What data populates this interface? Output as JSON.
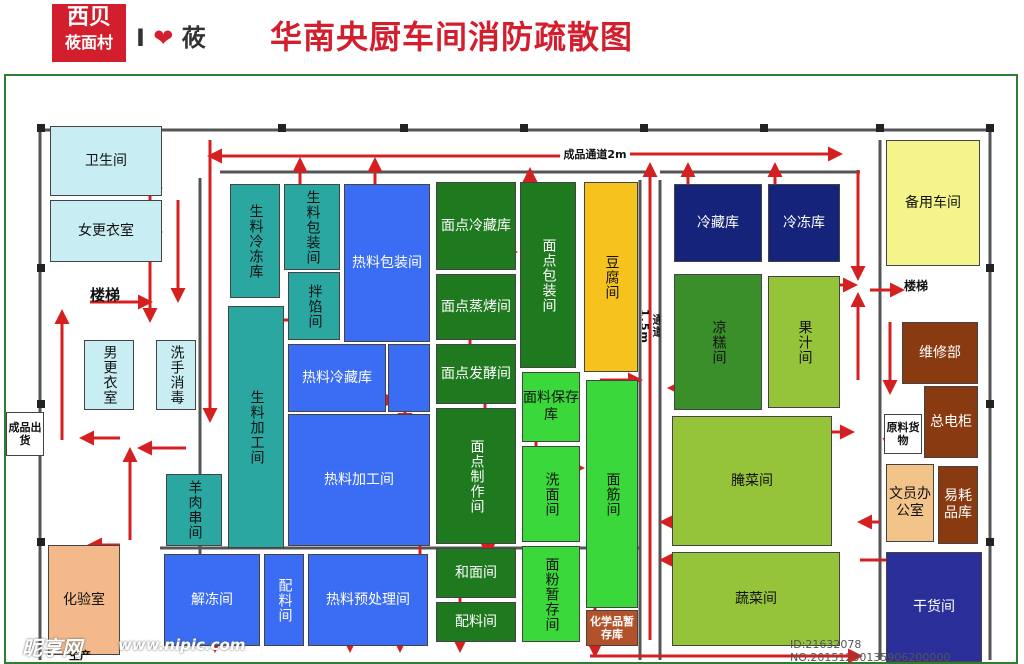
{
  "header": {
    "logo_line1": "西贝",
    "logo_line2": "莜面村",
    "love_prefix": "I",
    "love_heart": "❤",
    "love_suffix": "莜",
    "title": "华南央厨车间消防疏散图"
  },
  "rooms": {
    "toilet": "卫生间",
    "female_locker": "女更衣室",
    "stairs_left": "楼梯",
    "male_locker": "男更衣室",
    "wash_disinfect": "洗手消毒",
    "raw_freezer": "生料冷冻库",
    "raw_packing": "生料包装间",
    "mixing": "拌馅间",
    "hot_packing": "热料包装间",
    "raw_processing": "生料加工间",
    "hot_cold_storage": "热料冷藏库",
    "hot_processing": "热料加工间",
    "lamb_skewer": "羊肉串间",
    "lab": "化验室",
    "thaw": "解冻间",
    "batching": "配料间",
    "hot_pre": "热料预处理间",
    "dough_cold": "面点冷藏库",
    "dough_steam": "面点蒸烤间",
    "dough_ferment": "面点发酵间",
    "dough_make": "面点制作间",
    "dough_mix": "和面间",
    "ingredient": "配料间",
    "dough_pack": "面点包装间",
    "flour_store": "面料保存库",
    "wash_noodle": "洗面间",
    "flour_temp": "面粉暂存间",
    "chem_temp": "化学品暂存库",
    "tofu": "豆腐间",
    "gluten": "面筋间",
    "cold_storage": "冷藏库",
    "freezer": "冷冻库",
    "jelly": "凉糕间",
    "juice": "果汁间",
    "pickle": "腌菜间",
    "vegetable": "蔬菜间",
    "spare_workshop": "备用车间",
    "stairs_right": "楼梯",
    "maintenance": "维修部",
    "main_cabinet": "总电柜",
    "office": "文员办公室",
    "consumables": "易耗品库",
    "dry_goods": "干货间"
  },
  "labels": {
    "finished_channel": "成品通道2m",
    "channel_side": "通道1.5m",
    "finished_out": "成品出货",
    "raw_in": "原料货物",
    "production": "生产"
  },
  "watermark": {
    "brand": "昵享网",
    "site": "www.nipic.com",
    "id": "ID:21632078 NO:20151230135906200000"
  },
  "colors": {
    "red": "#d31f2d",
    "frame": "#2e7d32",
    "arrow": "#d42020"
  }
}
